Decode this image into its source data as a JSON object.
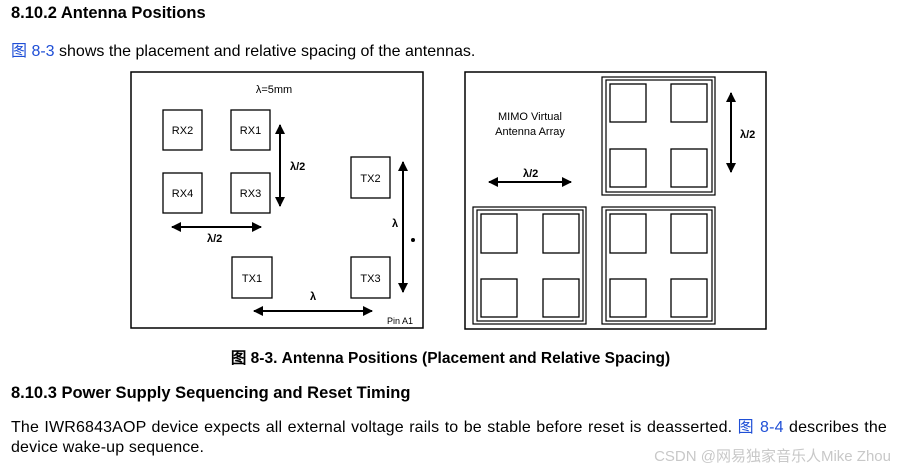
{
  "section_heading": "8.10.2 Antenna Positions",
  "intro": {
    "link": "图 8-3",
    "text": " shows the placement and relative spacing of the antennas."
  },
  "figure": {
    "left_panel": {
      "lambda_note": "λ=5mm",
      "rx_labels": [
        "RX2",
        "RX1",
        "RX4",
        "RX3"
      ],
      "tx_labels": [
        "TX2",
        "TX1",
        "TX3"
      ],
      "half_lambda_vertical": "λ/2",
      "half_lambda_horizontal": "λ/2",
      "lambda_vertical": "λ",
      "lambda_horizontal": "λ",
      "pin_label": "Pin A1"
    },
    "right_panel": {
      "title_line1": "MIMO Virtual",
      "title_line2": "Antenna Array",
      "half_lambda_horizontal": "λ/2",
      "half_lambda_vertical": "λ/2"
    },
    "caption": "图 8-3. Antenna Positions (Placement and Relative Spacing)"
  },
  "section2_heading": "8.10.3 Power Supply Sequencing and Reset Timing",
  "para2": {
    "text": "The IWR6843AOP device expects all external voltage rails to be stable before reset is deasserted. ",
    "link": "图 8-4",
    "text2": " describes the device wake-up sequence."
  },
  "watermark": "CSDN @网易独家音乐人Mike Zhou"
}
